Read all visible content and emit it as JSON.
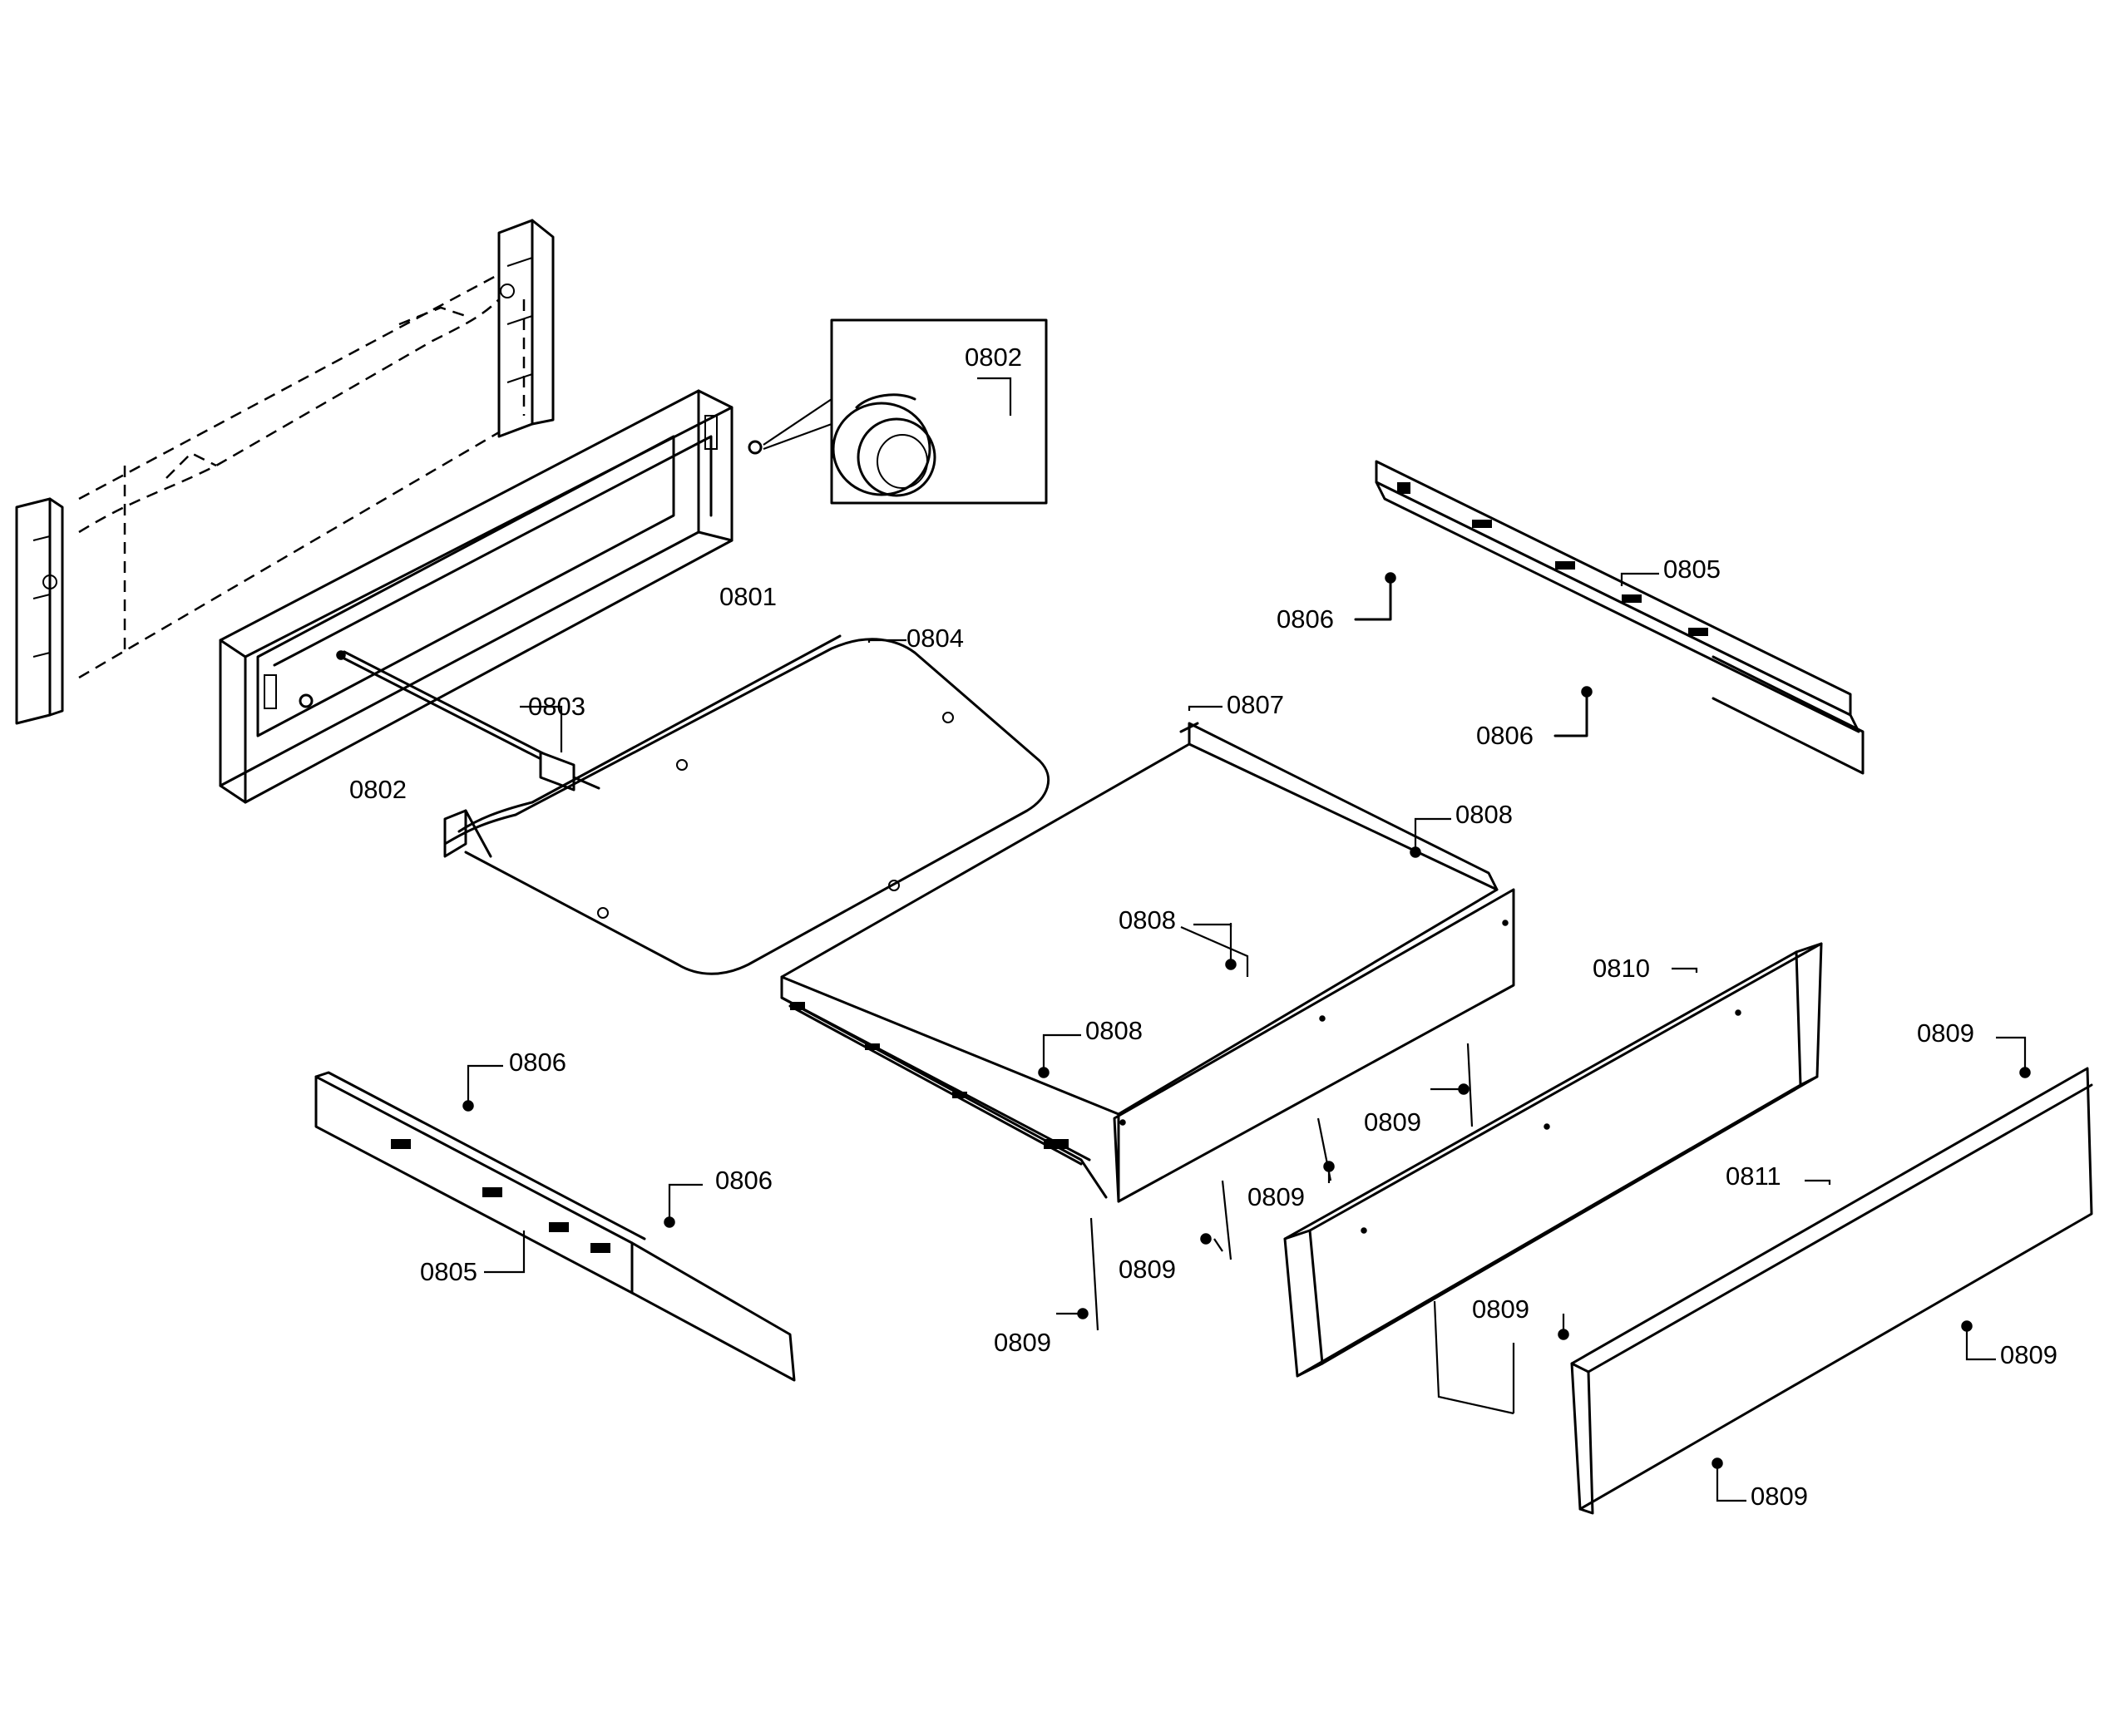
{
  "callouts": [
    {
      "id": "c0802_knob",
      "text": "0802"
    },
    {
      "id": "c0801",
      "text": "0801"
    },
    {
      "id": "c0804",
      "text": "0804"
    },
    {
      "id": "c0803",
      "text": "0803"
    },
    {
      "id": "c0802_frame",
      "text": "0802"
    },
    {
      "id": "c0806_tr1",
      "text": "0806"
    },
    {
      "id": "c0805_tr",
      "text": "0805"
    },
    {
      "id": "c0806_tr2",
      "text": "0806"
    },
    {
      "id": "c0807",
      "text": "0807"
    },
    {
      "id": "c0808_a",
      "text": "0808"
    },
    {
      "id": "c0808_b",
      "text": "0808"
    },
    {
      "id": "c0808_c",
      "text": "0808"
    },
    {
      "id": "c0810",
      "text": "0810"
    },
    {
      "id": "c0809_right_top",
      "text": "0809"
    },
    {
      "id": "c0809_a",
      "text": "0809"
    },
    {
      "id": "c0809_b",
      "text": "0809"
    },
    {
      "id": "c0809_c",
      "text": "0809"
    },
    {
      "id": "c0809_d",
      "text": "0809"
    },
    {
      "id": "c0811",
      "text": "0811"
    },
    {
      "id": "c0809_e",
      "text": "0809"
    },
    {
      "id": "c0809_f",
      "text": "0809"
    },
    {
      "id": "c0809_g",
      "text": "0809"
    },
    {
      "id": "c0806_bl1",
      "text": "0806"
    },
    {
      "id": "c0806_bl2",
      "text": "0806"
    },
    {
      "id": "c0805_bl",
      "text": "0805"
    }
  ]
}
